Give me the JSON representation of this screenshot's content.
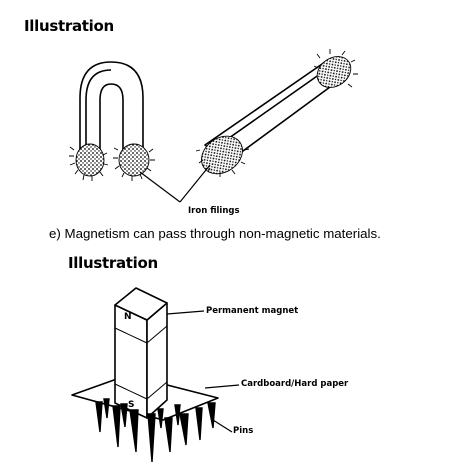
{
  "headings": [
    "Illustration",
    "Illustration"
  ],
  "statement": "e) Magnetism can pass through non-magnetic materials.",
  "labels": {
    "iron_filings": "Iron filings",
    "permanent_magnet": "Permanent magnet",
    "cardboard": "Cardboard/Hard paper",
    "pins": "Pins"
  },
  "poles": {
    "north": "N",
    "south": "S"
  },
  "icons": [
    "horseshoe-magnet-icon",
    "bar-magnet-icon",
    "iron-filings-icon",
    "magnet-on-cardboard-icon",
    "pin-icon"
  ]
}
